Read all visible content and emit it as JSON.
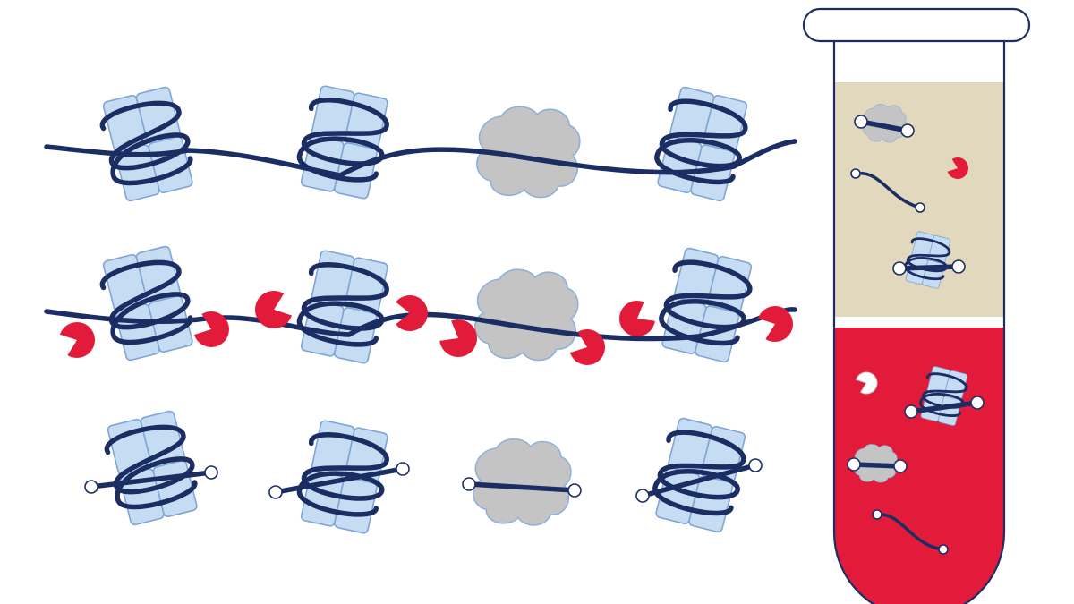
{
  "colors": {
    "dna": "#1b2d63",
    "histone_fill": "#c6dcf3",
    "histone_stroke": "#7ea6d4",
    "protein_fill": "#c4c4c4",
    "protein_stroke": "#8fb0d9",
    "enzyme": "#e31b3a",
    "tube_outline": "#1b2d63",
    "supernatant": "#e1d8bd",
    "pellet": "#e31b3a",
    "background": "#ffffff"
  },
  "icons": [
    "nucleosome-icon",
    "dna-binding-protein-icon",
    "nuclease-enzyme-icon",
    "dna-fragment-icon",
    "test-tube-icon"
  ],
  "rows": [
    {
      "name": "intact-chromatin",
      "has_linker_dna": true,
      "has_enzymes": false,
      "cut_ends": false,
      "units": [
        "nucleosome",
        "nucleosome",
        "protein",
        "nucleosome"
      ]
    },
    {
      "name": "nuclease-digestion",
      "has_linker_dna": true,
      "has_enzymes": true,
      "cut_ends": false,
      "units": [
        "nucleosome",
        "nucleosome",
        "protein",
        "nucleosome"
      ]
    },
    {
      "name": "released-fragments",
      "has_linker_dna": false,
      "has_enzymes": false,
      "cut_ends": true,
      "units": [
        "nucleosome",
        "nucleosome",
        "protein",
        "nucleosome"
      ]
    }
  ],
  "tube": {
    "layers": [
      "supernatant",
      "pellet"
    ],
    "supernatant_contents": [
      "protein-fragment",
      "enzyme",
      "naked-dna",
      "nucleosome-fragment"
    ],
    "pellet_contents": [
      "enzyme",
      "nucleosome-fragment",
      "protein-fragment",
      "naked-dna"
    ]
  }
}
